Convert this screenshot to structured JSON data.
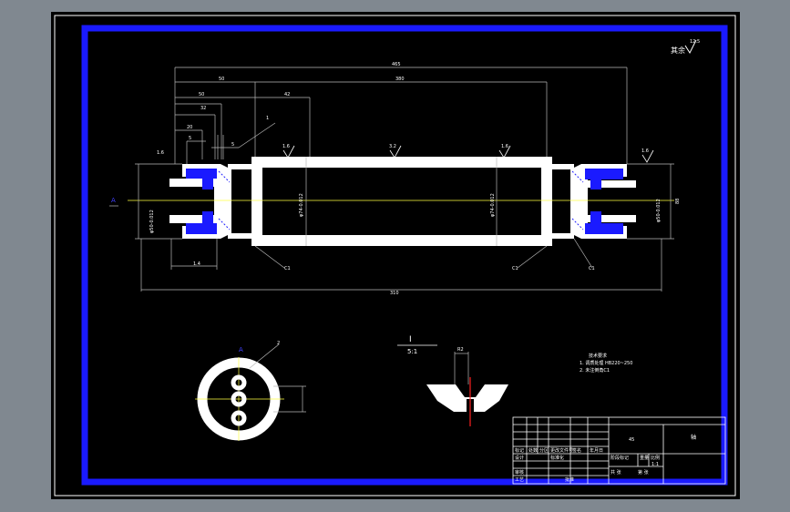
{
  "colors": {
    "window_bg": "#808890",
    "sheet": "#000000",
    "frame": "#1a1aff",
    "part": "#ffffff",
    "dimension": "#b8b8b8",
    "hatch": "#2020ff",
    "center_line": "#ffff40",
    "cut_line": "#ff2020"
  },
  "drawing": {
    "surface_finish_note": "其余",
    "roughness_rest": "12.5",
    "roughness_1": "1.6",
    "roughness_2": "3.2",
    "roughness_3": "1.6",
    "roughness_4": "1.6",
    "roughness_left": "1.6",
    "dim_overall": "465",
    "dim_inner_span": "380",
    "dim_a": "50",
    "dim_b": "42",
    "dim_c": "50",
    "dim_d": "32",
    "dim_e": "20",
    "dim_f": "5",
    "dim_g": "5",
    "leader_1": "1",
    "diameter_right_label": "φ74-0.012",
    "diameter_left_label": "φ74-0.012",
    "diameter_right_end": "φ50-0.012",
    "diameter_left_end": "φ50-0.012",
    "chamfer_left": "C1",
    "chamfer_right": "C1",
    "chamfer_inner_l": "C1",
    "chamfer_inner_r": "C1",
    "dim_bottom": "1.4",
    "dim_length_bottom": "310",
    "dim_right_height": "88",
    "section_ref": "A",
    "detail_label": "I",
    "detail_scale": "5:1",
    "detail_dim": "R2",
    "section_view_label": "A",
    "section_leader": "2",
    "tech_title": "技术要求",
    "tech_line1": "1. 调质处理 HB220~250",
    "tech_line2": "2. 未注倒角C1"
  },
  "title_block": {
    "part_name": "轴",
    "ratio": "1:1",
    "row_labels": [
      "标记",
      "处数",
      "分区",
      "更改文件号",
      "签名",
      "年月日"
    ],
    "design": "设计",
    "standardize": "标准化",
    "stage_mark": "阶段标记",
    "weight": "重量",
    "scale": "比例",
    "review": "审核",
    "process": "工艺",
    "approve": "批准",
    "sheet_total": "共 张",
    "sheet_no": "第 张",
    "material": "45"
  }
}
